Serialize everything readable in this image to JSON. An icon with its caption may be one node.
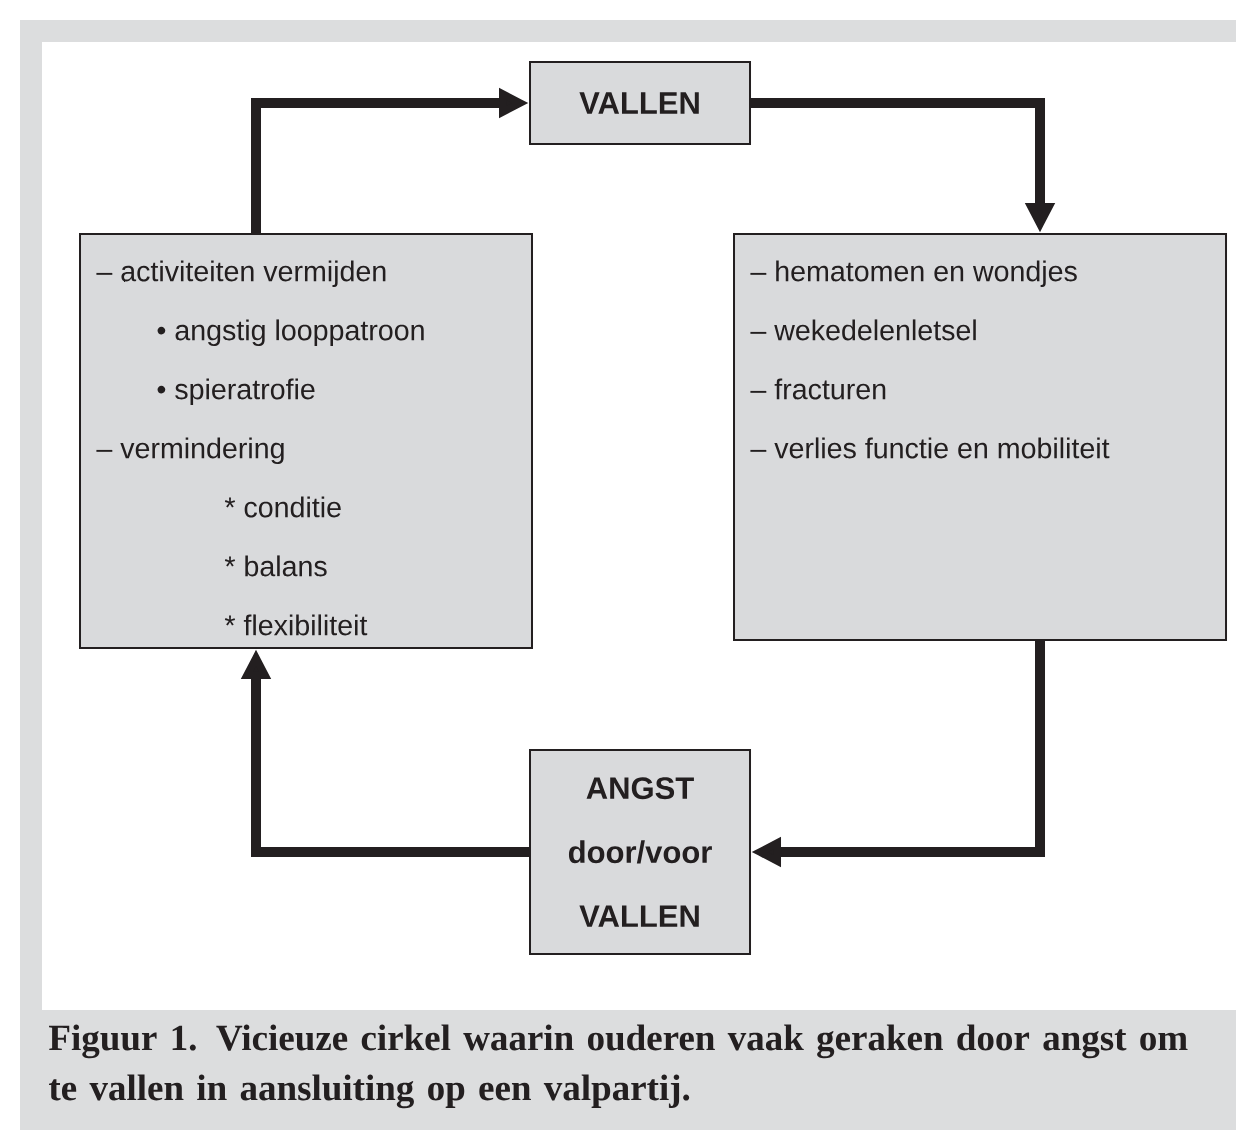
{
  "diagram": {
    "caption": "Figuur 1. Vicieuze cirkel waarin ouderen vaak geraken door angst om te vallen in aansluiting op een valpartij.",
    "nodes": [
      {
        "text": [
          "VALLEN"
        ]
      },
      {
        "text": [
          "– activiteiten vermijden",
          "• angstig looppatroon",
          "• spieratrofie",
          "– vermindering",
          "* conditie",
          "* balans",
          "* flexibiliteit"
        ]
      },
      {
        "text": [
          "– hematomen en wondjes",
          "– wekedelenletsel",
          "– fracturen",
          "– verlies functie en mobiliteit"
        ]
      },
      {
        "text": [
          "ANGST door/voor VALLEN"
        ]
      }
    ],
    "edges": [
      {
        "from": 1,
        "to": 0,
        "arrow": "to"
      },
      {
        "from": 0,
        "to": 2,
        "arrow": "to"
      },
      {
        "from": 2,
        "to": 3,
        "arrow": "to"
      },
      {
        "from": 3,
        "to": 1,
        "arrow": "to"
      }
    ]
  }
}
